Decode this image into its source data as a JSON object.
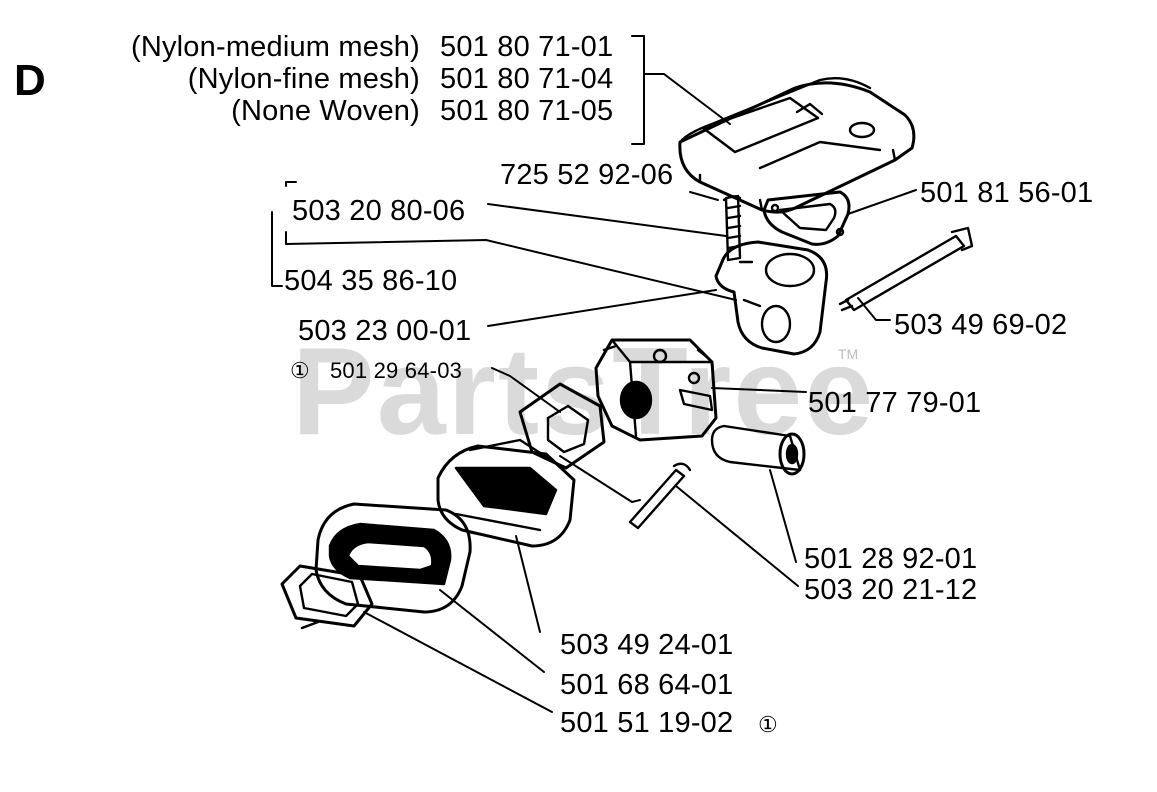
{
  "section_letter": "D",
  "watermark": {
    "text": "PartsTree",
    "trademark": "TM"
  },
  "callouts": {
    "filter_medium": {
      "name": "(Nylon-medium mesh)",
      "part": "501 80 71-01"
    },
    "filter_fine": {
      "name": "(Nylon-fine mesh)",
      "part": "501 80 71-04"
    },
    "filter_woven": {
      "name": "(None Woven)",
      "part": "501 80 71-05"
    },
    "p_725_52_92_06": "725 52 92-06",
    "p_501_81_56_01": "501 81 56-01",
    "p_503_20_80_06": "503 20 80-06",
    "p_504_35_86_10": "504 35 86-10",
    "p_503_23_00_01": "503 23 00-01",
    "p_503_49_69_02": "503 49 69-02",
    "p_501_29_64_03": {
      "marker": "①",
      "part": "501 29 64-03"
    },
    "p_501_77_79_01": "501 77 79-01",
    "p_501_28_92_01": "501 28 92-01",
    "p_503_20_21_12": "503 20 21-12",
    "p_503_49_24_01": "503 49 24-01",
    "p_501_68_64_01": "501 68 64-01",
    "p_501_51_19_02": {
      "part": "501 51 19-02",
      "marker": "①"
    }
  },
  "colors": {
    "ink": "#000000",
    "watermark": "#bdbdbd",
    "background": "#ffffff"
  }
}
